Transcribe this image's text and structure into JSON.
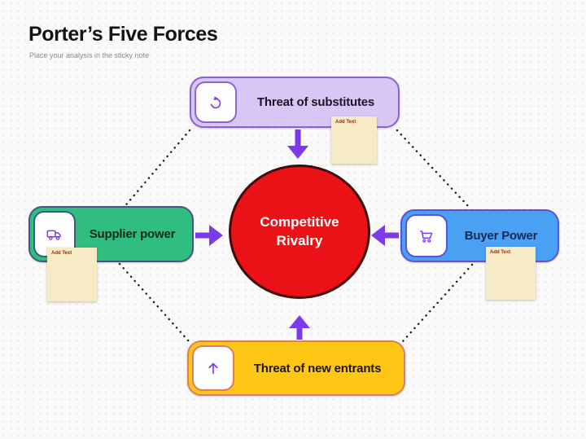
{
  "page": {
    "title": "Porter’s Five Forces",
    "subtitle": "Place your analysis in the sticky note",
    "background": "#fbfafa"
  },
  "center_node": {
    "label": "Competitive Rivalry",
    "fill": "#ea1217",
    "border_color": "#3f0c0c",
    "text_color": "#ffffff"
  },
  "forces": [
    {
      "id": "threat-of-substitutes",
      "label": "Threat of substitutes",
      "icon": "rotate-ccw-icon",
      "fill": "#d8c7f5",
      "border_color": "#8a63d6",
      "text_color": "#1b1426"
    },
    {
      "id": "supplier-power",
      "label": "Supplier power",
      "icon": "truck-icon",
      "fill": "#2fbe80",
      "border_color": "#3d5a80",
      "text_color": "#0e2a1e"
    },
    {
      "id": "buyer-power",
      "label": "Buyer Power",
      "icon": "cart-icon",
      "fill": "#4aa0f2",
      "border_color": "#5a52d9",
      "text_color": "#132a52"
    },
    {
      "id": "threat-of-new-entrants",
      "label": "Threat of new entrants",
      "icon": "arrow-up-icon",
      "fill": "#ffc715",
      "border_color": "#db7e62",
      "text_color": "#201505"
    }
  ],
  "sticky_note": {
    "label": "Add Text",
    "fill": "#f7ebc5",
    "label_color": "#8c2f1b"
  },
  "connector": {
    "arrow_color": "#7c3aed",
    "dotted_line_color": "#1f1f1f"
  }
}
